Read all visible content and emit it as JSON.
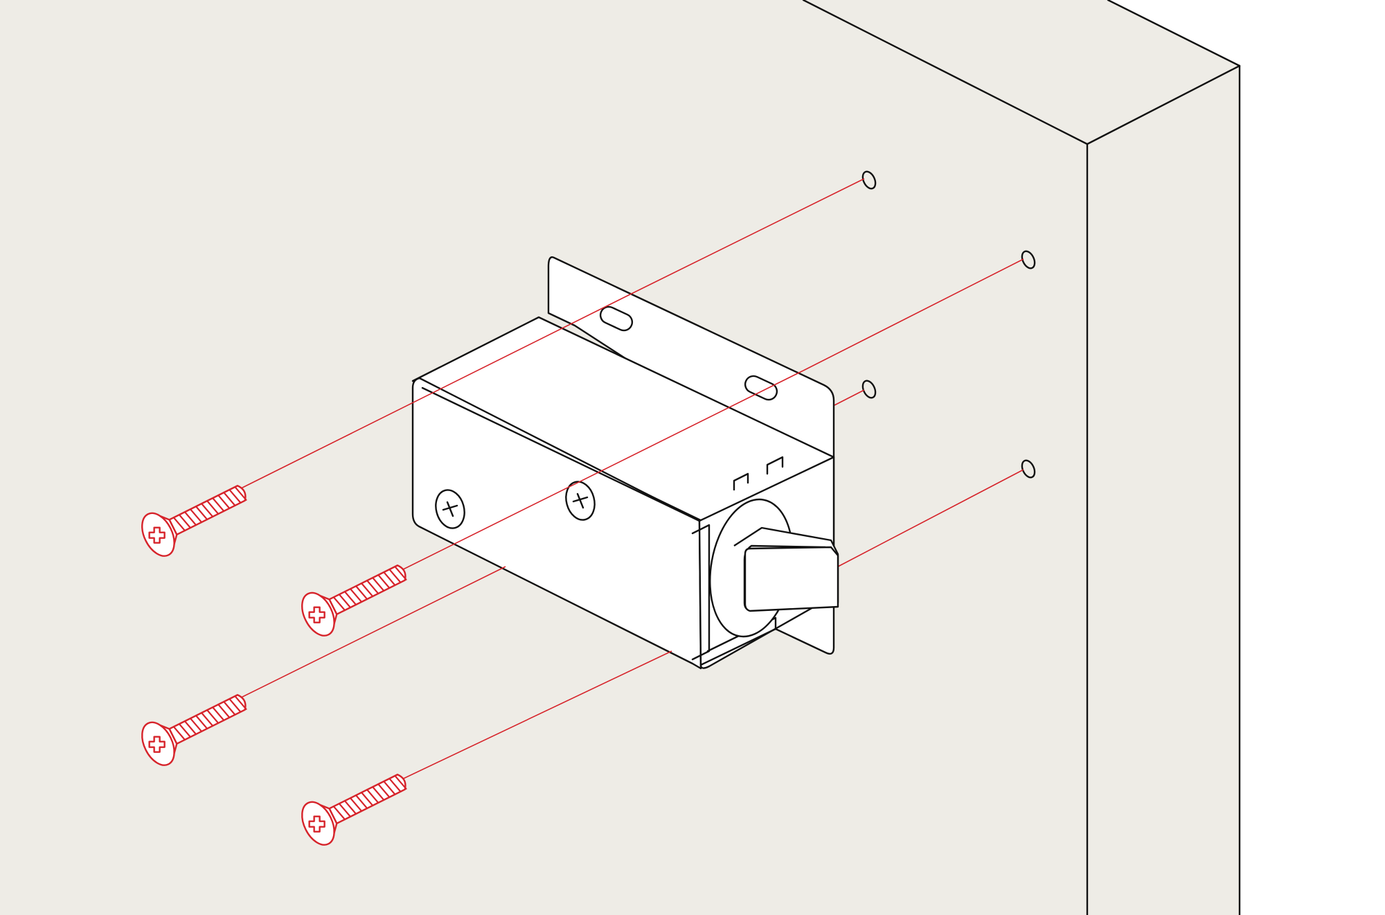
{
  "colors": {
    "wall": "#eeece6",
    "outline": "#111111",
    "guide": "#d6232a",
    "body": "#ffffff"
  },
  "components": {
    "wall_panel": "cabinet-wall",
    "latch_unit": "electric-cabinet-lock",
    "mounting_holes": 4,
    "screws": 4,
    "screw_head_icon": "phillips-cross-icon"
  }
}
